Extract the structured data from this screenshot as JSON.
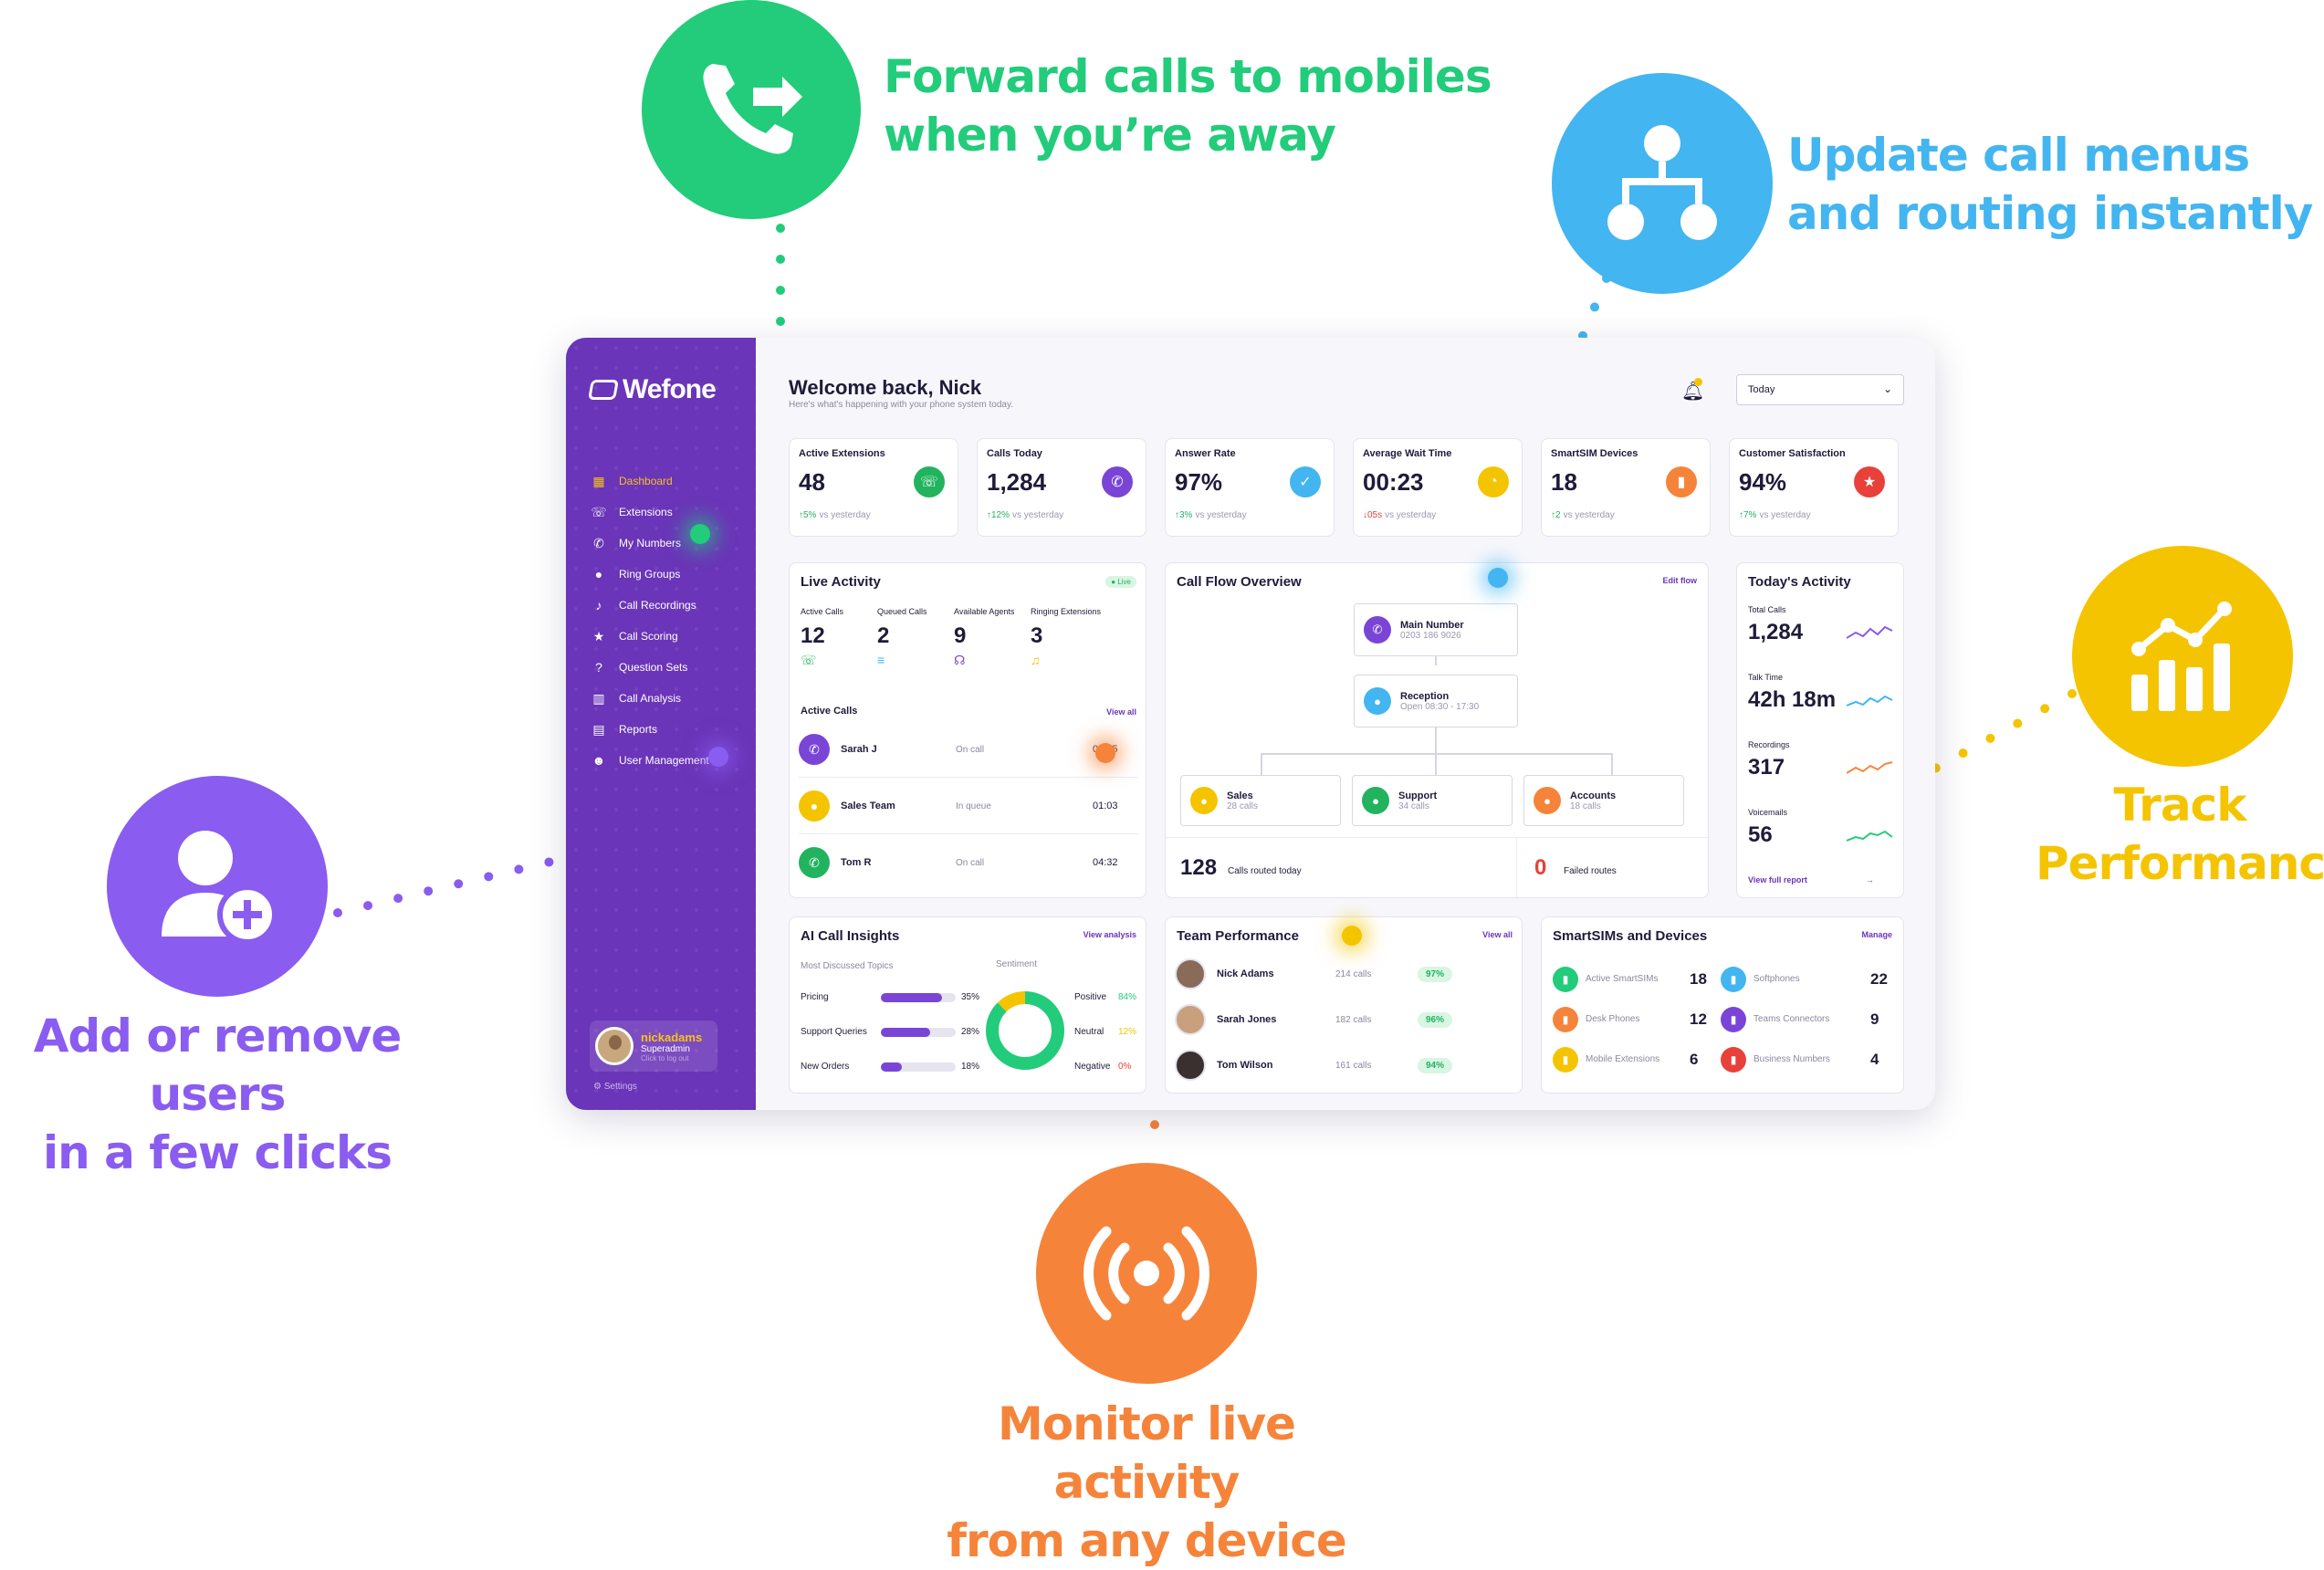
{
  "features": {
    "forward": {
      "line1": "Forward calls to mobiles",
      "line2": "when you’re away",
      "color": "#22cc7a",
      "icon": "phone-forward-icon"
    },
    "routing": {
      "line1": "Update call menus",
      "line2": "and routing instantly",
      "color": "#43b5f0",
      "icon": "sitemap-icon"
    },
    "track": {
      "line1": "Track",
      "line2": "Performance",
      "color": "#f5c400",
      "icon": "bar-chart-icon"
    },
    "users": {
      "line1": "Add or remove users",
      "line2": "in a few clicks",
      "color": "#8a5cf0",
      "icon": "add-user-icon"
    },
    "monitor": {
      "line1": "Monitor live activity",
      "line2": "from any device",
      "color": "#f5843a",
      "icon": "broadcast-icon"
    }
  },
  "app": {
    "brand": "Wefone",
    "welcome": "Welcome back, Nick",
    "subtitle": "Here's what's happening with your phone system today.",
    "range": "Today",
    "nav": [
      "Dashboard",
      "Extensions",
      "My Numbers",
      "Ring Groups",
      "Call Recordings",
      "Call Scoring",
      "Question Sets",
      "Call Analysis",
      "Reports",
      "User Management"
    ],
    "user": {
      "name": "nickadams",
      "role": "Superadmin",
      "logout": "Click to log out"
    },
    "settings": "Settings",
    "stats": [
      {
        "title": "Active Extensions",
        "value": "48",
        "change": "5%",
        "suffix": "vs yesterday",
        "dir": "up",
        "color": "#22b35e"
      },
      {
        "title": "Calls Today",
        "value": "1,284",
        "change": "12%",
        "suffix": "vs yesterday",
        "dir": "up",
        "color": "#7a45d6"
      },
      {
        "title": "Answer Rate",
        "value": "97%",
        "change": "3%",
        "suffix": "vs yesterday",
        "dir": "up",
        "color": "#43b5f0"
      },
      {
        "title": "Average Wait Time",
        "value": "00:23",
        "change": "05s",
        "suffix": "vs yesterday",
        "dir": "down",
        "color": "#f5c400"
      },
      {
        "title": "SmartSIM Devices",
        "value": "18",
        "change": "2",
        "suffix": "vs yesterday",
        "dir": "up",
        "color": "#f5843a"
      },
      {
        "title": "Customer Satisfaction",
        "value": "94%",
        "change": "7%",
        "suffix": "vs yesterday",
        "dir": "up",
        "color": "#e8413a"
      }
    ],
    "live": {
      "title": "Live Activity",
      "badge": "Live",
      "metrics": [
        {
          "label": "Active Calls",
          "value": "12"
        },
        {
          "label": "Queued Calls",
          "value": "2"
        },
        {
          "label": "Available Agents",
          "value": "9"
        },
        {
          "label": "Ringing Extensions",
          "value": "3"
        }
      ],
      "active_calls_label": "Active Calls",
      "view_all": "View all",
      "calls": [
        {
          "name": "Sarah J",
          "status": "On call",
          "time": "02:15"
        },
        {
          "name": "Sales Team",
          "status": "In queue",
          "time": "01:03"
        },
        {
          "name": "Tom R",
          "status": "On call",
          "time": "04:32"
        }
      ]
    },
    "flow": {
      "title": "Call Flow Overview",
      "edit": "Edit flow",
      "main": {
        "name": "Main Number",
        "sub": "0203 186 9026"
      },
      "reception": {
        "name": "Reception",
        "sub": "Open 08:30 - 17:30"
      },
      "branches": [
        {
          "name": "Sales",
          "sub": "28 calls"
        },
        {
          "name": "Support",
          "sub": "34 calls"
        },
        {
          "name": "Accounts",
          "sub": "18 calls"
        }
      ],
      "routed": "128",
      "routed_label": "Calls routed today",
      "failed": "0",
      "failed_label": "Failed routes"
    },
    "today": {
      "title": "Today's Activity",
      "items": [
        {
          "label": "Total Calls",
          "value": "1,284"
        },
        {
          "label": "Talk Time",
          "value": "42h 18m"
        },
        {
          "label": "Recordings",
          "value": "317"
        },
        {
          "label": "Voicemails",
          "value": "56"
        }
      ],
      "report": "View full report"
    },
    "insights": {
      "title": "AI Call Insights",
      "view": "View analysis",
      "topics_label": "Most Discussed Topics",
      "sentiment_label": "Sentiment",
      "topics": [
        {
          "name": "Pricing",
          "pct": "35%",
          "frac": 0.82
        },
        {
          "name": "Support Queries",
          "pct": "28%",
          "frac": 0.66
        },
        {
          "name": "New Orders",
          "pct": "18%",
          "frac": 0.28
        }
      ],
      "sentiment": [
        {
          "name": "Positive",
          "pct": "84%",
          "value": 84,
          "color": "#22cc7a"
        },
        {
          "name": "Neutral",
          "pct": "12%",
          "value": 12,
          "color": "#f5c400"
        },
        {
          "name": "Negative",
          "pct": "0%",
          "value": 0,
          "color": "#e8413a"
        }
      ]
    },
    "team": {
      "title": "Team Performance",
      "view": "View all",
      "members": [
        {
          "name": "Nick Adams",
          "calls": "214 calls",
          "score": "97%"
        },
        {
          "name": "Sarah Jones",
          "calls": "182 calls",
          "score": "96%"
        },
        {
          "name": "Tom Wilson",
          "calls": "161 calls",
          "score": "94%"
        }
      ]
    },
    "devices": {
      "title": "SmartSIMs and Devices",
      "manage": "Manage",
      "left": [
        {
          "name": "Active SmartSIMs",
          "value": "18",
          "color": "#22cc7a"
        },
        {
          "name": "Desk Phones",
          "value": "12",
          "color": "#f5843a"
        },
        {
          "name": "Mobile Extensions",
          "value": "6",
          "color": "#f5c400"
        }
      ],
      "right": [
        {
          "name": "Softphones",
          "value": "22",
          "color": "#43b5f0"
        },
        {
          "name": "Teams Connectors",
          "value": "9",
          "color": "#7a45d6"
        },
        {
          "name": "Business Numbers",
          "value": "4",
          "color": "#e8413a"
        }
      ]
    }
  }
}
